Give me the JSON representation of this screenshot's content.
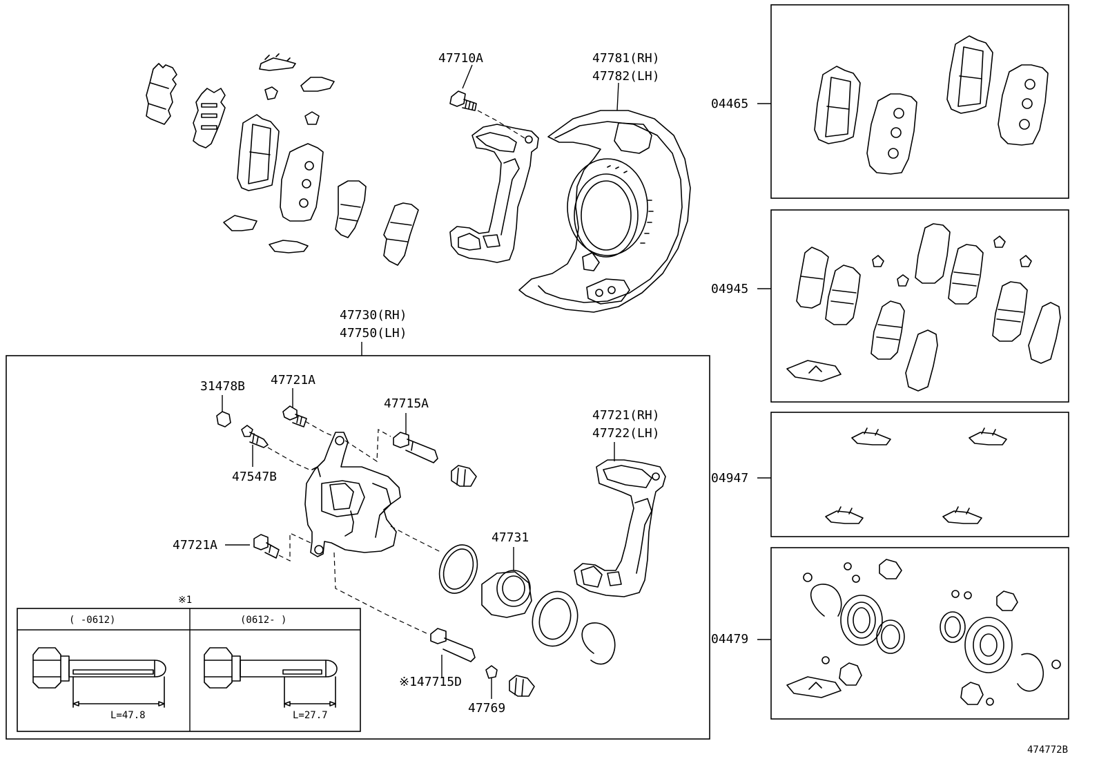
{
  "labels": {
    "p47710A": "47710A",
    "p47781": "47781(RH)",
    "p47782": "47782(LH)",
    "p47730": "47730(RH)",
    "p47750": "47750(LH)",
    "p31478B": "31478B",
    "p47721A_top": "47721A",
    "p47715A": "47715A",
    "p47547B": "47547B",
    "p47721": "47721(RH)",
    "p47722": "47722(LH)",
    "p47721A_bot": "47721A",
    "p47731": "47731",
    "p47715D": "※147715D",
    "p47769": "47769",
    "p04465": "04465",
    "p04945": "04945",
    "p04947": "04947",
    "p04479": "04479",
    "diagram_id": "474772B"
  },
  "inset": {
    "marker": "※1",
    "col1_header": "(      -0612)",
    "col2_header": "(0612-      )",
    "col1_dim": "L=47.8",
    "col2_dim": "L=27.7"
  }
}
